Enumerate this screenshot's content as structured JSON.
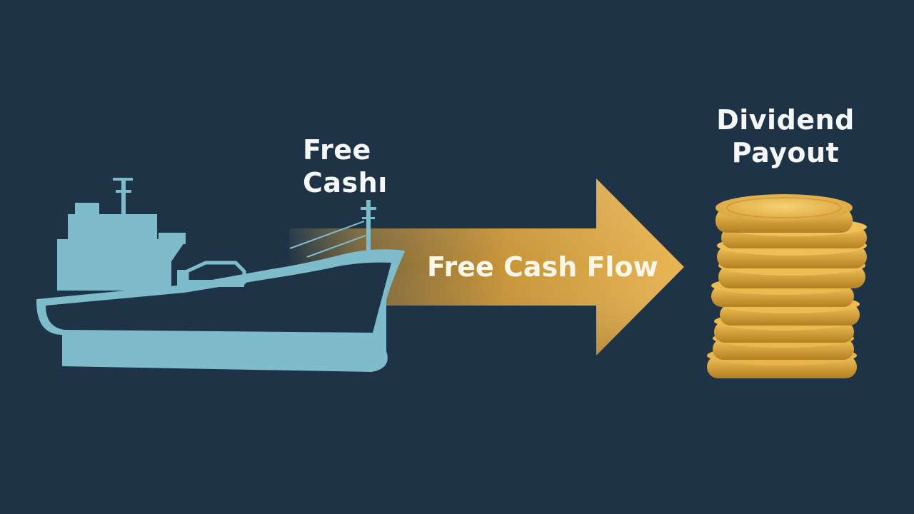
{
  "ship": {
    "label_line1": "Free",
    "label_line2": "Cashı",
    "color": "#7fbccb"
  },
  "flow": {
    "label": "Free Cash Flow",
    "color": "#d9a23a"
  },
  "payout": {
    "label_line1": "Dividend",
    "label_line2": "Payout",
    "coin_color": "#e8b341"
  },
  "background_color": "#1e3446",
  "icons": [
    "ship-icon",
    "arrow-icon",
    "coin-stack-icon"
  ]
}
